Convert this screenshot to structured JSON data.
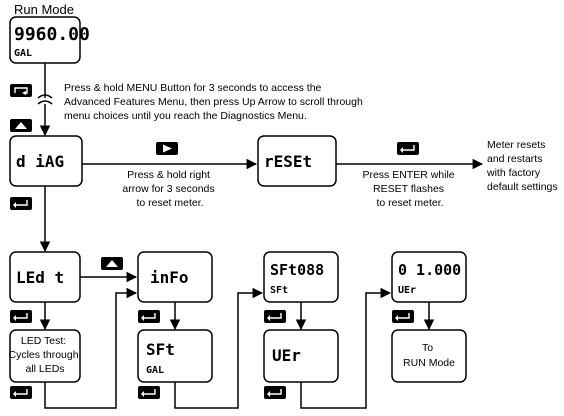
{
  "diagram": {
    "title": "Run Mode",
    "run_display": {
      "line1": "9960.00",
      "line2": "GAL"
    },
    "instruction_main": [
      "Press & hold MENU Button for 3 seconds to access the",
      "Advanced Features Menu, then press Up Arrow to scroll through",
      "menu choices until you reach the Diagnostics Menu."
    ],
    "diag_display": "d iAG",
    "reset_display": "rESEt",
    "hold_right_text": [
      "Press & hold right",
      "arrow for 3 seconds",
      "to reset meter."
    ],
    "enter_text": [
      "Press ENTER while",
      "RESET flashes",
      "to reset meter."
    ],
    "meter_resets_text": [
      "Meter resets",
      "and restarts",
      "with factory",
      "default settings"
    ],
    "led_display": "LEd t",
    "led_test_text": [
      "LED Test:",
      "Cycles through",
      "all LEDs"
    ],
    "info_display": "inFo",
    "sft_display": {
      "line1": "SFt",
      "line2": "GAL"
    },
    "sft088_display": {
      "line1": "SFt088",
      "line2": "SFt"
    },
    "ver_display": "UEr",
    "version_display": {
      "line1": "0 1.000",
      "line2": "UEr"
    },
    "to_run_text": [
      "To",
      "RUN Mode"
    ],
    "colors": {
      "ink": "#000000",
      "background": "#ffffff",
      "button_fill": "#000000",
      "button_glyph": "#ffffff"
    }
  }
}
